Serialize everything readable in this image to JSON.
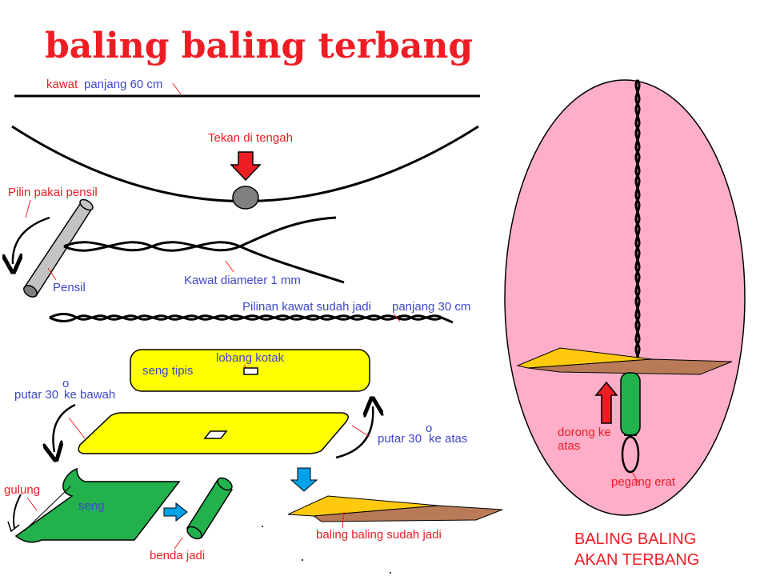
{
  "title": "baling baling terbang",
  "colors": {
    "title_red": "#ee1d24",
    "label_red": "#ee1d24",
    "label_blue": "#3f48cc",
    "seng_yellow": "#ffff00",
    "seng_green": "#22b14c",
    "blade_orange": "#ffc90e",
    "blade_brown": "#b97a57",
    "oval_pink": "#ffaec9",
    "arrow_red": "#ee1d24",
    "arrow_blue": "#00a2e8",
    "pencil_gray": "#c3c3c3"
  },
  "steps": {
    "wire_red": "kawat",
    "wire_blue": "panjang 60 cm",
    "press": "Tekan di tengah",
    "twist": "Pilin pakai pensil",
    "pencil": "Pensil",
    "diameter": "Kawat diameter 1 mm",
    "twisted_done": "Pilinan kawat sudah jadi",
    "twisted_length": "panjang 30 cm",
    "thin_sheet": "seng tipis",
    "square_hole": "lobang kotak",
    "turn_down_a": "putar 30",
    "turn_down_b": "ke bawah",
    "turn_up_a": "putar 30",
    "turn_up_b": "ke atas",
    "degree": "o",
    "roll": "gulung",
    "sheet": "seng",
    "tube_done": "benda jadi",
    "propeller_done": "baling baling sudah jadi"
  },
  "final": {
    "push_line1": "dorong ke",
    "push_line2": "atas",
    "hold": "pegang erat",
    "caption_line1": "BALING BALING",
    "caption_line2": "AKAN TERBANG"
  }
}
